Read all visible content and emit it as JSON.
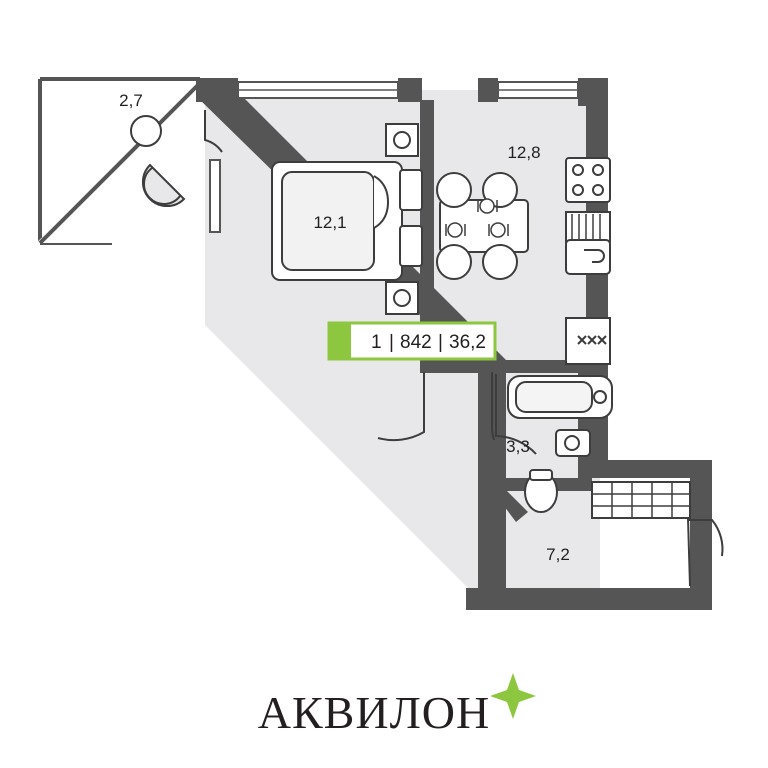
{
  "plan": {
    "badge": {
      "rooms": "1",
      "sep1": "|",
      "plan_number": "842",
      "sep2": "|",
      "total_area": "36,2",
      "full_text": "1 | 842 | 36,2",
      "accent_color": "#8dc63f"
    },
    "rooms": [
      {
        "name": "balcony",
        "label": "2,7"
      },
      {
        "name": "living-room",
        "label": "12,1"
      },
      {
        "name": "kitchen",
        "label": "12,8"
      },
      {
        "name": "bathroom",
        "label": "3,3"
      },
      {
        "name": "hallway",
        "label": "7,2"
      }
    ],
    "colors": {
      "wall": "#555555",
      "wall_light": "#9a9a9a",
      "floor_fill": "#e8e8ea",
      "fixture_stroke": "#3d3d3d",
      "white": "#ffffff"
    }
  },
  "branding": {
    "name": "АКВИЛОН",
    "spark_icon": "sparkle-icon",
    "spark_color": "#8dc63f"
  }
}
